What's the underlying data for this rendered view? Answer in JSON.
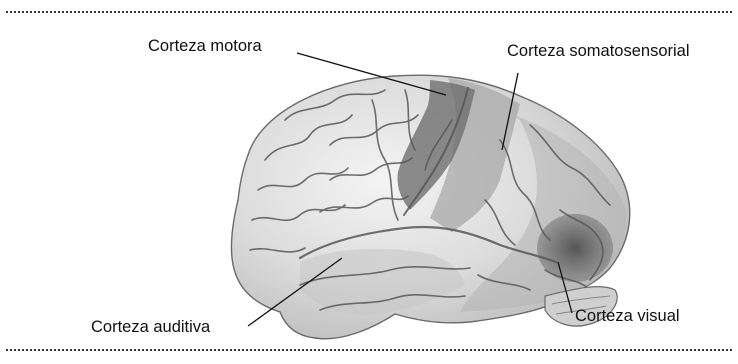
{
  "labels": {
    "motor": "Corteza motora",
    "somatosensory": "Corteza somatosensorial",
    "auditory": "Corteza auditiva",
    "visual": "Corteza visual"
  },
  "colors": {
    "brain_light": "#e9e9e9",
    "brain_mid": "#cfcfcf",
    "motor_region": "#777777",
    "somato_region": "#a9a9a9",
    "visual_region": "#6e6e6e",
    "gyri_lines": "#555555",
    "rule": "#333333"
  }
}
